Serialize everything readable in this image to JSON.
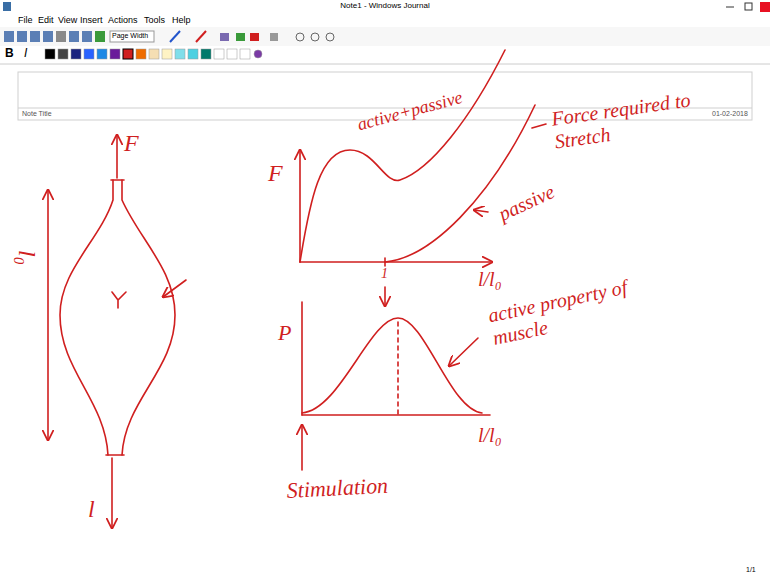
{
  "diagram": {
    "title": "Note1 - Windows Journal",
    "labels": [
      "File",
      "Edit",
      "View",
      "Insert",
      "Actions",
      "Tools",
      "Help",
      "Page Width",
      "B",
      "I",
      "Note Title",
      "01-02-2018",
      "F",
      "l₀",
      "l",
      "F",
      "active+passive",
      "Force required to Stretch",
      "passive",
      "1",
      "l/l₀",
      "P",
      "active property of muscle",
      "l/l₀",
      "Stimulation",
      "1/1"
    ]
  }
}
